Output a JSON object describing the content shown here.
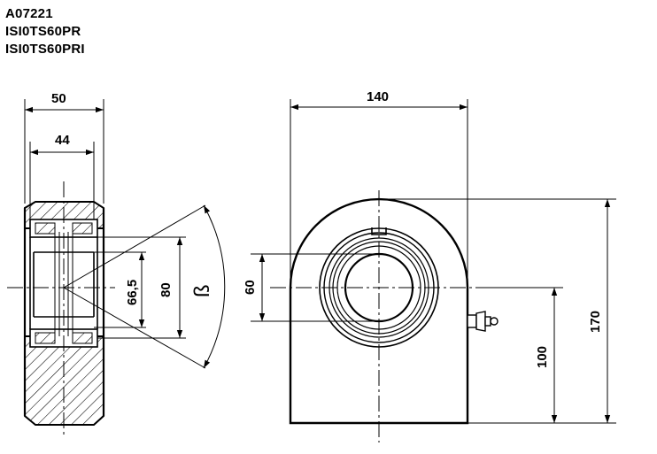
{
  "product_codes": [
    "A07221",
    "ISI0TS60PR",
    "ISI0TS60PRI"
  ],
  "side_view": {
    "dimensions": {
      "overall_width": "50",
      "inner_width": "44",
      "ball_diameter": "66,5",
      "outer_ring_diameter": "80",
      "tilt_angle": "ß"
    }
  },
  "front_view": {
    "dimensions": {
      "width": "140",
      "bore": "60",
      "center_height": "100",
      "total_height": "170"
    }
  }
}
